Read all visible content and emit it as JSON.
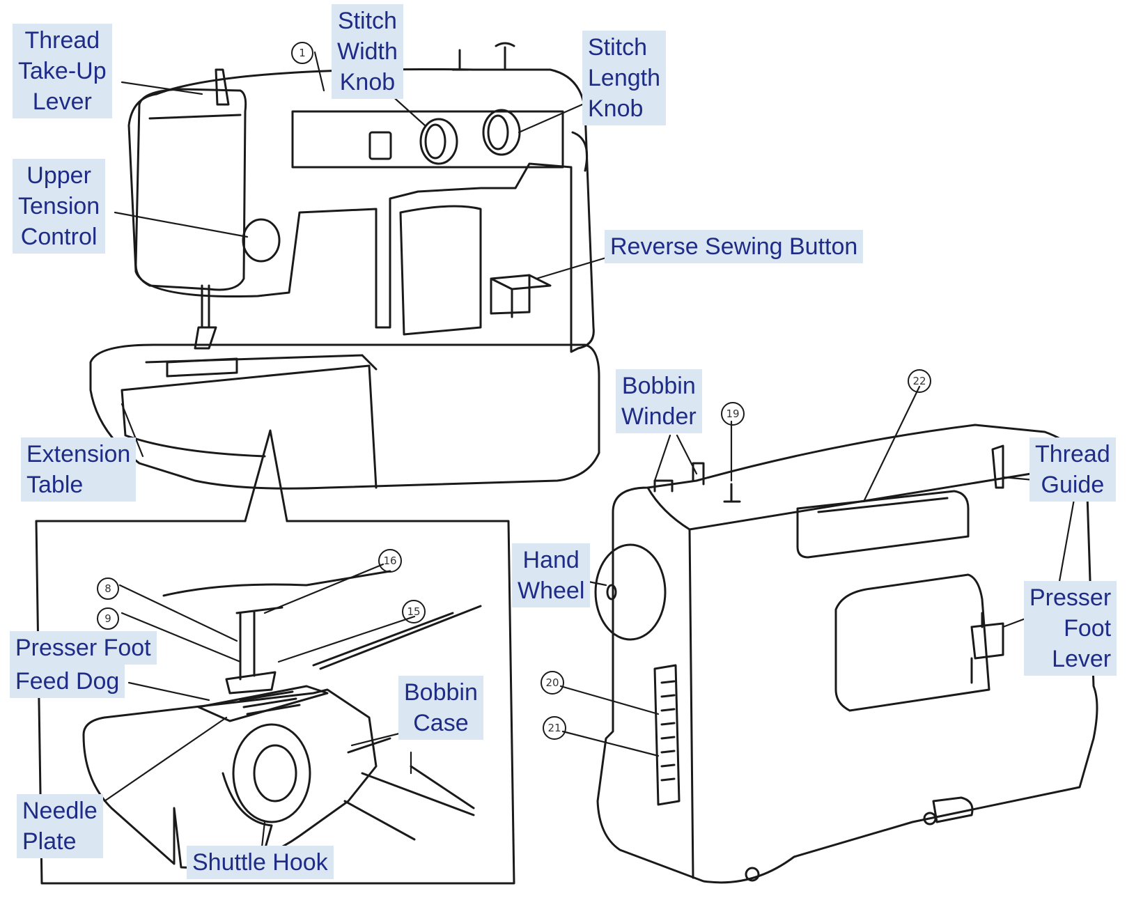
{
  "colors": {
    "label_bg": "#dbe6f3",
    "label_text": "#1f2c86",
    "line_art": "#1a1a1a"
  },
  "labels": {
    "thread_take_up_lever": [
      "Thread",
      "Take-Up",
      "Lever"
    ],
    "stitch_width_knob": [
      "Stitch",
      "Width",
      "Knob"
    ],
    "stitch_length_knob": [
      "Stitch",
      "Length",
      "Knob"
    ],
    "upper_tension_control": [
      "Upper",
      "Tension",
      "Control"
    ],
    "reverse_sewing_button": [
      "Reverse Sewing Button"
    ],
    "extension_table": [
      "Extension",
      "Table"
    ],
    "bobbin_winder": [
      "Bobbin",
      "Winder"
    ],
    "thread_guide": [
      "Thread",
      "Guide"
    ],
    "hand_wheel": [
      "Hand",
      "Wheel"
    ],
    "presser_foot_lever": [
      "Presser",
      "Foot",
      "Lever"
    ],
    "presser_foot": [
      "Presser Foot"
    ],
    "feed_dog": [
      "Feed Dog"
    ],
    "bobbin_case": [
      "Bobbin",
      "Case"
    ],
    "needle_plate": [
      "Needle",
      "Plate"
    ],
    "shuttle_hook": [
      "Shuttle Hook"
    ]
  },
  "callout_numbers": {
    "n1": "1",
    "n8": "8",
    "n9": "9",
    "n15": "15",
    "n16": "16",
    "n19": "19",
    "n20": "20",
    "n21": "21",
    "n22": "22"
  }
}
